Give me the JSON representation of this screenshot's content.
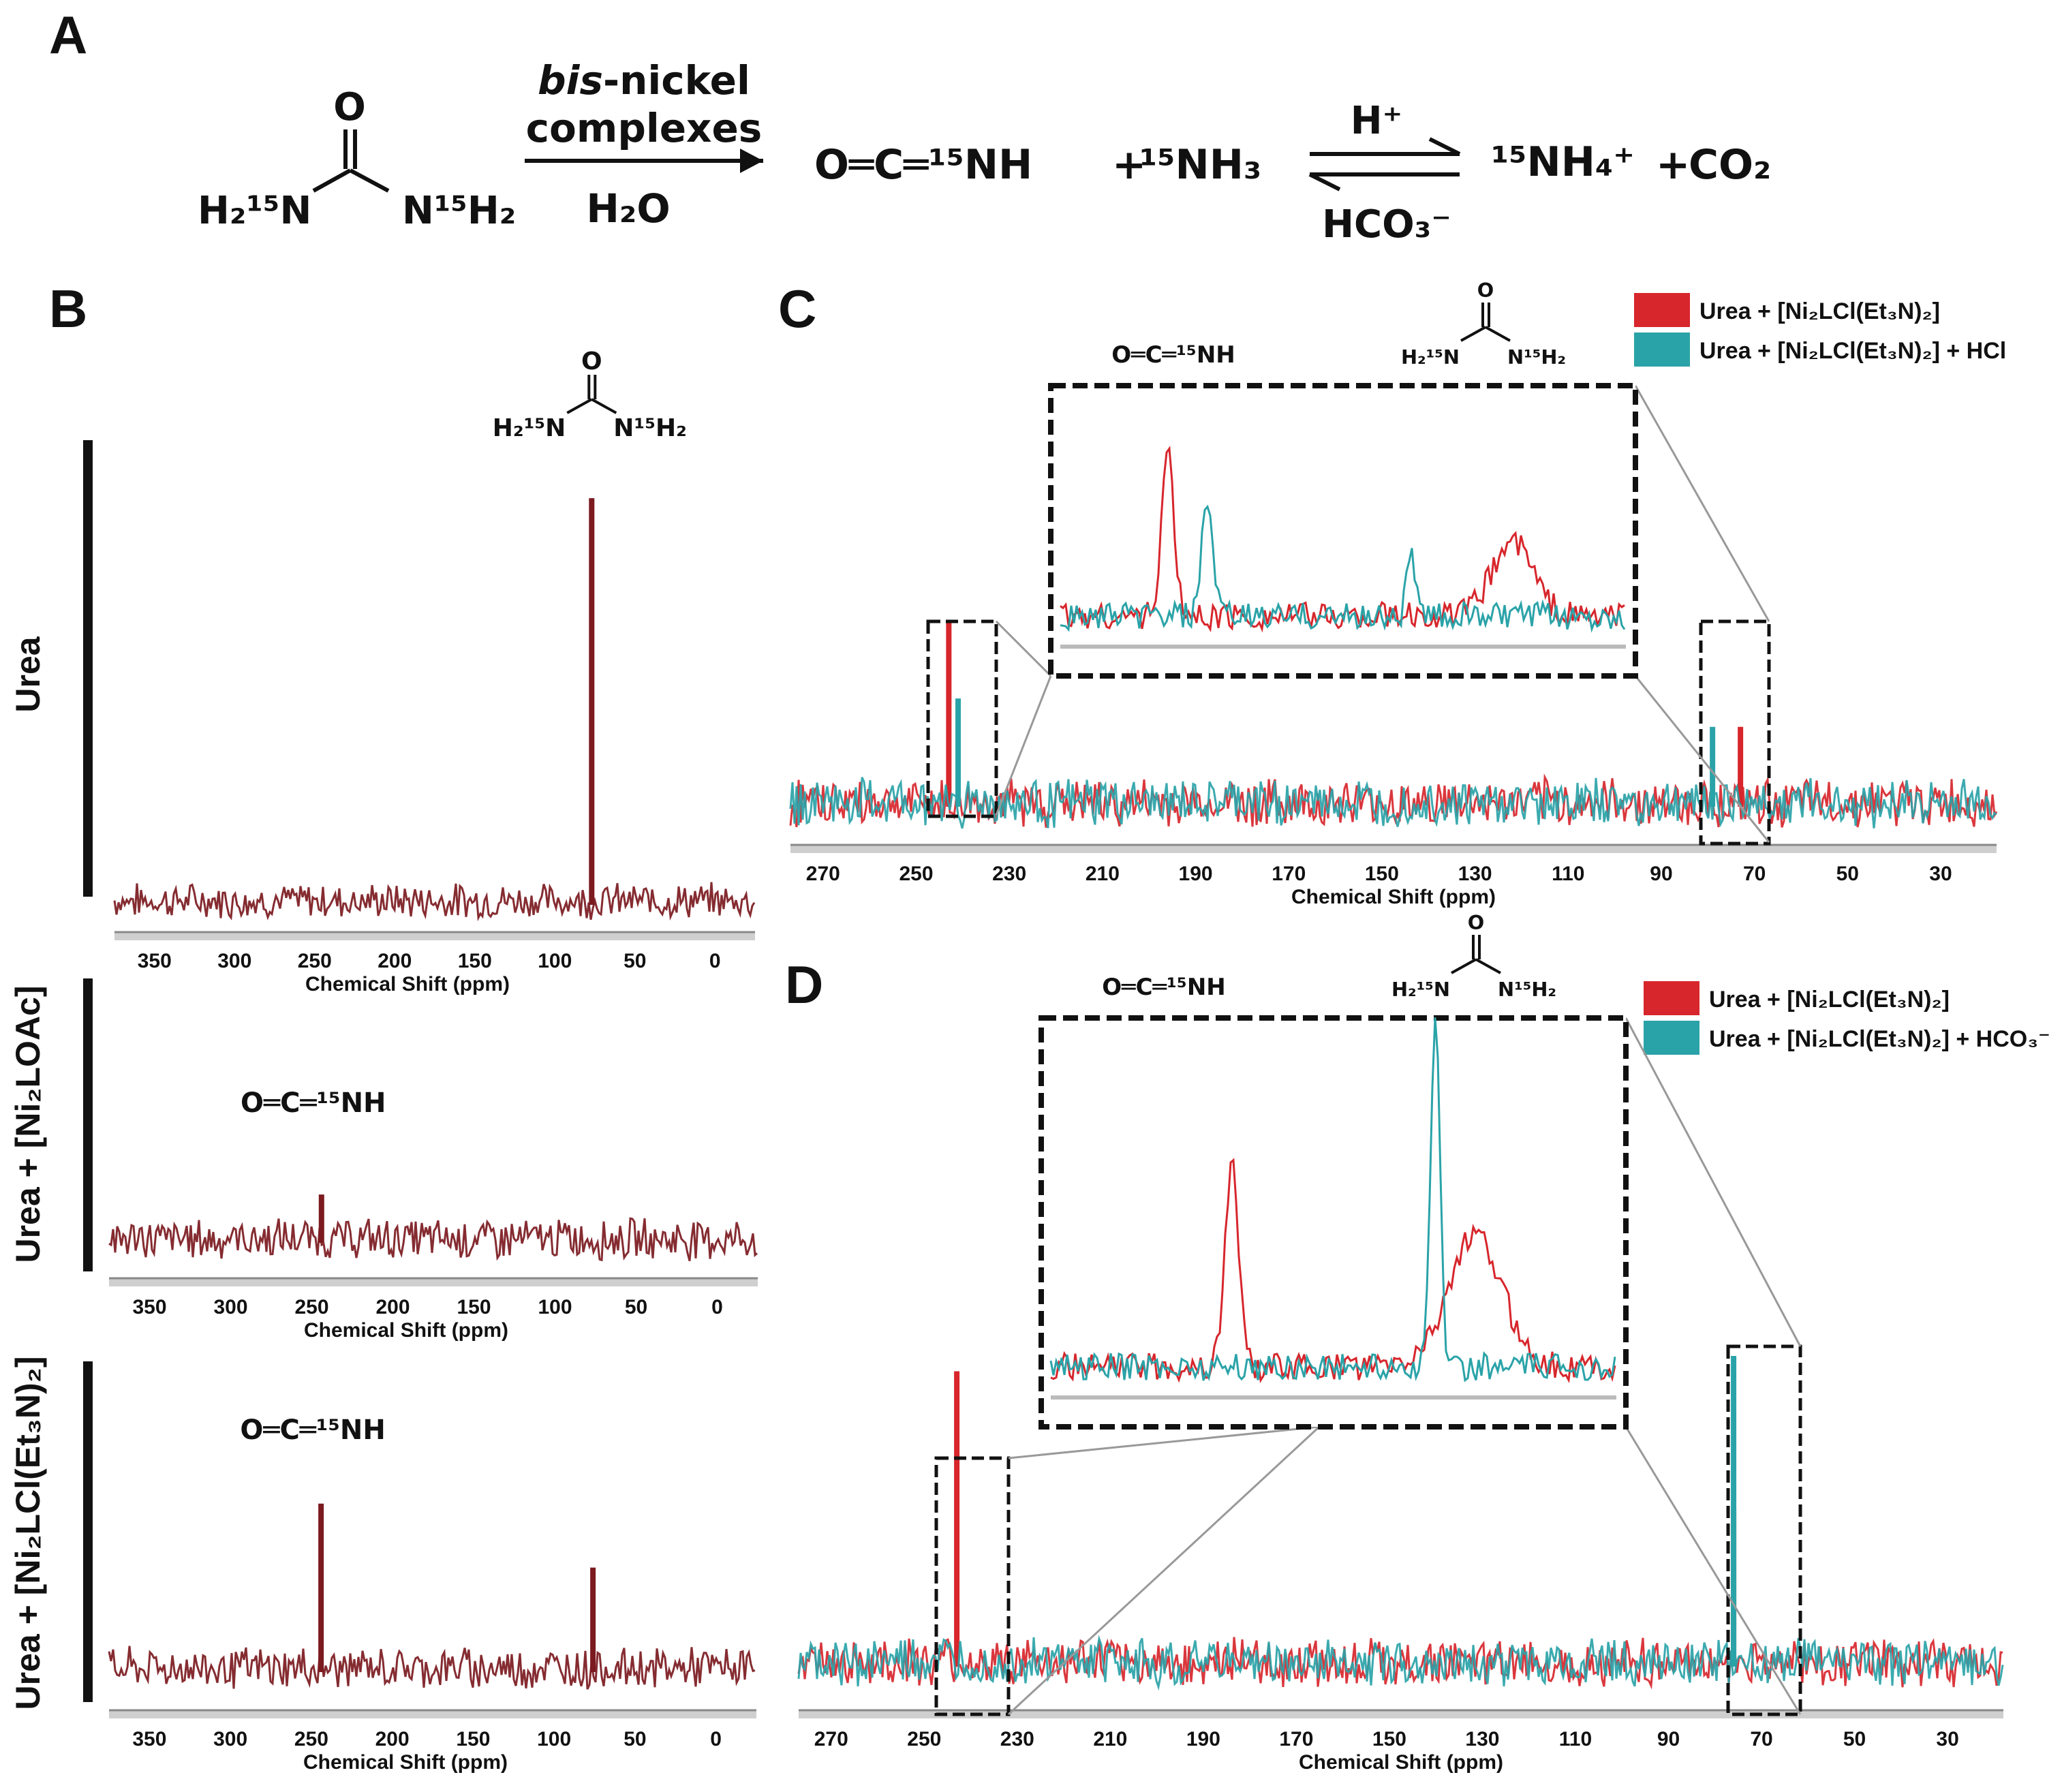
{
  "panel_labels": {
    "A": "A",
    "B": "B",
    "C": "C",
    "D": "D"
  },
  "scheme": {
    "reactant_left": "H₂¹⁵N",
    "reactant_right": "N¹⁵H₂",
    "carbonyl_o": "O",
    "arrow_top_italic": "bis",
    "arrow_top_rest": "-nickel",
    "arrow_top_line2": "complexes",
    "arrow_bottom": "H₂O",
    "product_1": "O═C═¹⁵NH",
    "plus_1": "+",
    "product_2": "¹⁵NH₃",
    "eq_top": "H⁺",
    "eq_bottom": "HCO₃⁻",
    "product_3": "¹⁵NH₄⁺",
    "plus_2": "+",
    "product_4": "CO₂"
  },
  "structure_labels": {
    "urea_left": "H₂¹⁵N",
    "urea_right": "N¹⁵H₂",
    "urea_o": "O",
    "isocyanic": "O═C═¹⁵NH"
  },
  "colors": {
    "red": "#d7262c",
    "teal": "#2aa3a8",
    "dark": "#7b1a1f"
  },
  "chart_data": [
    {
      "id": "B1",
      "type": "line",
      "side_label": "Urea",
      "xlabel": "Chemical Shift (ppm)",
      "ticks": [
        350,
        300,
        250,
        200,
        150,
        100,
        50,
        0
      ],
      "xlim": [
        375,
        -25
      ],
      "series": [
        {
          "color": "dark",
          "peaks": [
            {
              "x": 77,
              "h": 0.95
            }
          ]
        }
      ],
      "annotation": "urea"
    },
    {
      "id": "B2",
      "type": "line",
      "side_label": "Urea + [Ni₂LOAc]",
      "xlabel": "Chemical Shift (ppm)",
      "ticks": [
        350,
        300,
        250,
        200,
        150,
        100,
        50,
        0
      ],
      "xlim": [
        375,
        -25
      ],
      "series": [
        {
          "color": "dark",
          "peaks": [
            {
              "x": 244,
              "h": 0.55
            }
          ]
        }
      ],
      "annotation": "isocyanic"
    },
    {
      "id": "B3",
      "type": "line",
      "side_label": "Urea + [Ni₂LCl(Et₃N)₂]",
      "xlabel": "Chemical Shift (ppm)",
      "ticks": [
        350,
        300,
        250,
        200,
        150,
        100,
        50,
        0
      ],
      "xlim": [
        375,
        -25
      ],
      "series": [
        {
          "color": "dark",
          "peaks": [
            {
              "x": 244,
              "h": 0.9
            },
            {
              "x": 76,
              "h": 0.55
            }
          ]
        }
      ],
      "annotation": "isocyanic"
    },
    {
      "id": "C",
      "type": "line",
      "xlabel": "Chemical Shift (ppm)",
      "ticks": [
        270,
        250,
        230,
        210,
        190,
        170,
        150,
        130,
        110,
        90,
        70,
        50,
        30
      ],
      "xlim": [
        277,
        18
      ],
      "legend": [
        "Urea + [Ni₂LCl(Et₃N)₂]",
        "Urea + [Ni₂LCl(Et₃N)₂] + HCl"
      ],
      "legend_position": "top-right",
      "series": [
        {
          "name": "Urea + [Ni₂LCl(Et₃N)₂]",
          "color": "red",
          "peaks": [
            {
              "x": 243,
              "h": 0.95
            },
            {
              "x": 73,
              "h": 0.4
            }
          ]
        },
        {
          "name": "Urea + [Ni₂LCl(Et₃N)₂] + HCl",
          "color": "teal",
          "peaks": [
            {
              "x": 241,
              "h": 0.55
            },
            {
              "x": 79,
              "h": 0.4
            }
          ]
        }
      ]
    },
    {
      "id": "D",
      "type": "line",
      "xlabel": "Chemical Shift (ppm)",
      "ticks": [
        270,
        250,
        230,
        210,
        190,
        170,
        150,
        130,
        110,
        90,
        70,
        50,
        30
      ],
      "xlim": [
        277,
        18
      ],
      "legend": [
        "Urea + [Ni₂LCl(Et₃N)₂]",
        "Urea + [Ni₂LCl(Et₃N)₂] + HCO₃⁻"
      ],
      "legend_position": "top-right",
      "series": [
        {
          "name": "Urea + [Ni₂LCl(Et₃N)₂]",
          "color": "red",
          "peaks": [
            {
              "x": 243,
              "h": 0.95
            },
            {
              "x": 76,
              "h": 0.5
            }
          ]
        },
        {
          "name": "Urea + [Ni₂LCl(Et₃N)₂] + HCO₃⁻",
          "color": "teal",
          "peaks": [
            {
              "x": 76,
              "h": 1.0
            }
          ]
        }
      ]
    }
  ]
}
